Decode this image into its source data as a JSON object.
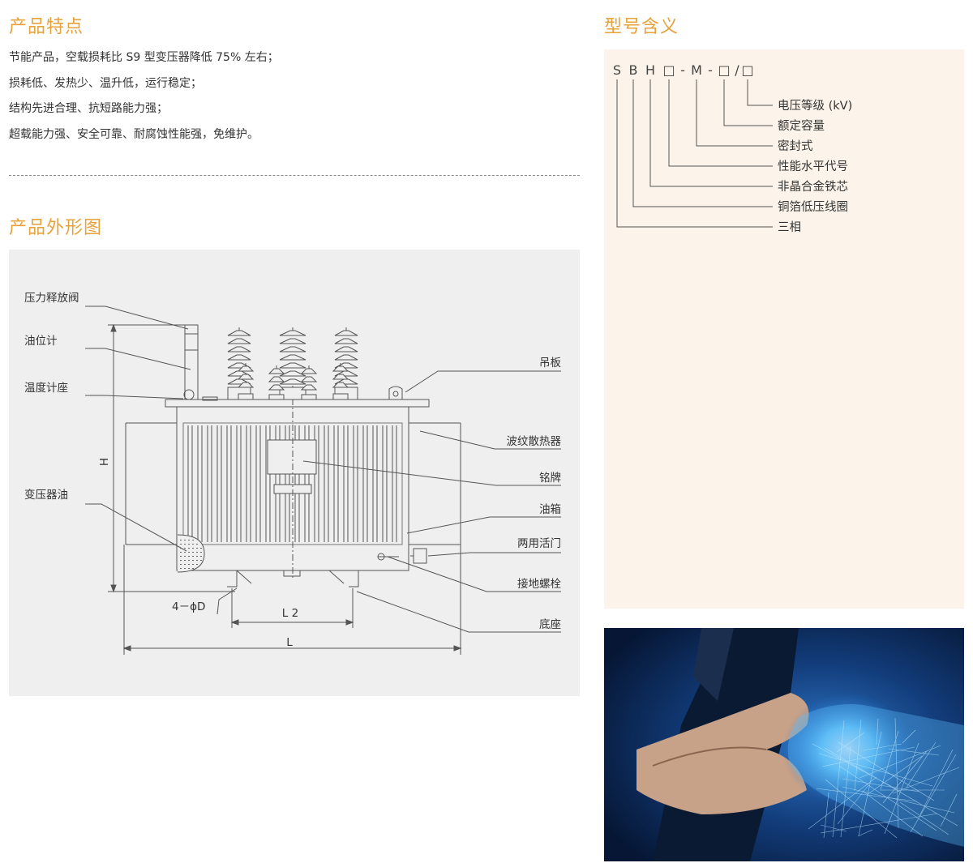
{
  "features": {
    "title": "产品特点",
    "items": [
      "节能产品，空载损耗比 S9 型变压器降低 75% 左右；",
      "损耗低、发热少、温升低，运行稳定；",
      "结构先进合理、抗短路能力强；",
      "超载能力强、安全可靠、耐腐蚀性能强，免维护。"
    ]
  },
  "outline": {
    "title": "产品外形图",
    "left_labels": [
      "压力释放阀",
      "油位计",
      "温度计座",
      "变压器油"
    ],
    "right_labels": [
      "吊板",
      "波纹散热器",
      "铭牌",
      "油箱",
      "两用活门",
      "接地螺栓",
      "底座"
    ],
    "dims": {
      "h": "H",
      "l2": "L 2",
      "l": "L",
      "hole": "4－ϕD"
    }
  },
  "model": {
    "title": "型号含义",
    "code": [
      "S",
      "B",
      "H",
      "□",
      "-",
      "M",
      "-",
      "□",
      "/",
      "□"
    ],
    "meanings": [
      "电压等级 (kV)",
      "额定容量",
      "密封式",
      "性能水平代号",
      "非晶合金铁芯",
      "铜箔低压线圈",
      "三相"
    ]
  },
  "colors": {
    "accent": "#e8a23a",
    "panel": "#fcf4ea",
    "drawing_bg": "#efefef"
  }
}
